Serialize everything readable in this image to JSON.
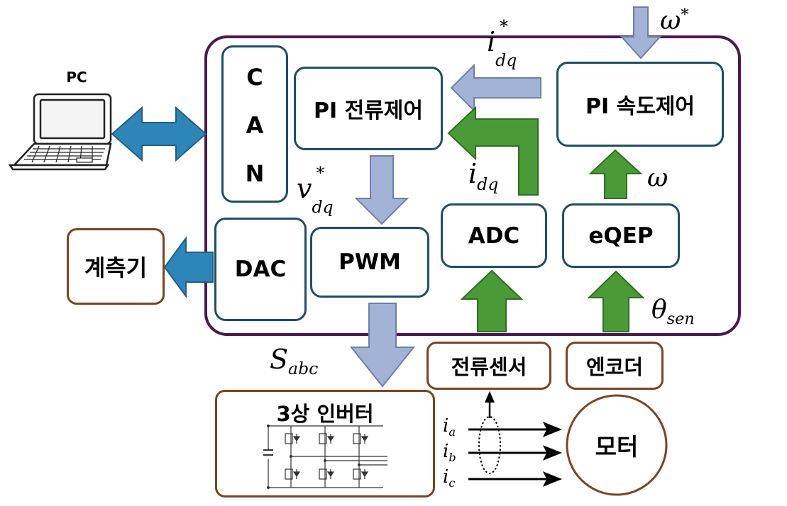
{
  "nodes": {
    "pc": "PC",
    "can": "C A N",
    "pi_current": "PI 전류제어",
    "pi_speed": "PI 속도제어",
    "dac": "DAC",
    "pwm": "PWM",
    "adc": "ADC",
    "eqep": "eQEP",
    "meter": "계측기",
    "current_sensor": "전류센서",
    "encoder": "엔코더",
    "inverter": "3상 인버터",
    "motor": "모터"
  },
  "signals": {
    "omega_ref": {
      "base": "ω",
      "sup": "*"
    },
    "i_dq_ref": {
      "base": "i",
      "sub": "dq",
      "sup": "*"
    },
    "v_dq_ref": {
      "base": "v",
      "sub": "dq",
      "sup": "*"
    },
    "i_dq": {
      "base": "i",
      "sub": "dq"
    },
    "omega": {
      "base": "ω"
    },
    "theta_sen": {
      "base": "θ",
      "sub": "sen"
    },
    "s_abc": {
      "base": "S",
      "sub": "abc"
    },
    "i_a": {
      "base": "i",
      "sub": "a"
    },
    "i_b": {
      "base": "i",
      "sub": "b"
    },
    "i_c": {
      "base": "i",
      "sub": "c"
    }
  },
  "colors": {
    "controller_border": "#4b1a4f",
    "block_border": "#1f4e66",
    "external_border": "#7a4424",
    "arrow_blue": "#2e86b8",
    "arrow_lavender": "#a3b3d8",
    "arrow_green": "#4a9a38"
  },
  "icons": [
    "laptop-icon",
    "igbt-inverter-schematic"
  ]
}
